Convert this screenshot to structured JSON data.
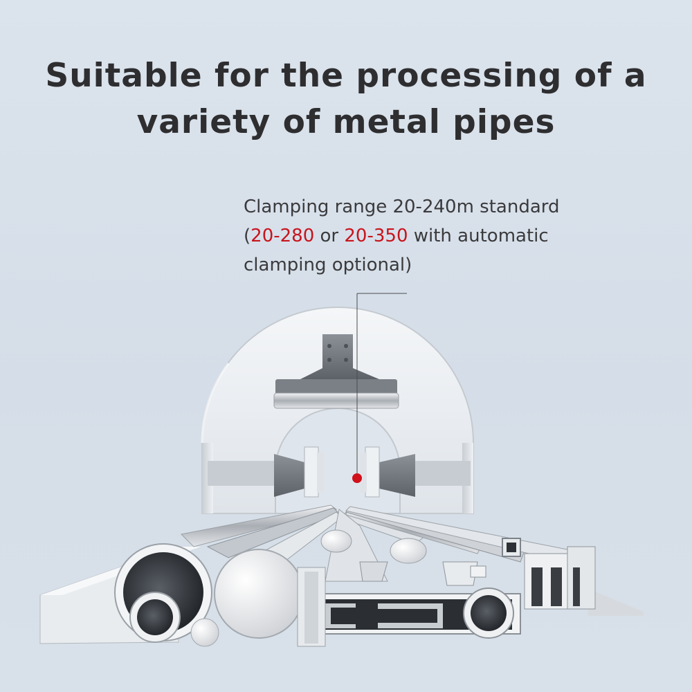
{
  "headline": {
    "line1": "Suitable for the processing of a",
    "line2": "variety of metal pipes"
  },
  "callout": {
    "line1": "Clamping range 20-240m standard",
    "line2_open": "(",
    "line2_range1": "20-280",
    "line2_or": " or ",
    "line2_range2": "20-350",
    "line2_rest": " with automatic",
    "line3": "clamping optional)"
  },
  "colors": {
    "background": "#d9e2eb",
    "headline": "#2e2e30",
    "body_text": "#3a3a3c",
    "highlight_red": "#c8141c",
    "pointer_dot": "#d0101a"
  }
}
